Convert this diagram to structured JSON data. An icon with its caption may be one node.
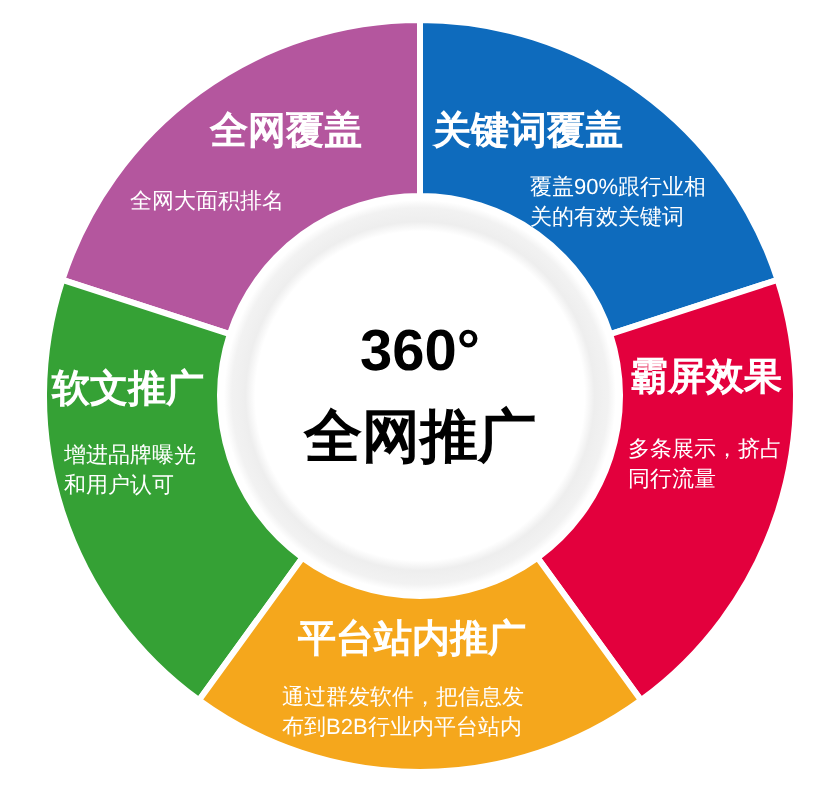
{
  "diagram": {
    "nodes": [
      {
        "text": [
          "全网覆盖",
          "全网大面积排名"
        ]
      },
      {
        "text": [
          "关键词覆盖",
          "覆盖90%跟行业相关的有效关键词"
        ]
      },
      {
        "text": [
          "360°",
          "全网推广"
        ]
      },
      {
        "text": [
          "软文推广",
          "增进品牌曝光和用户认可"
        ]
      },
      {
        "text": [
          "霸屏效果",
          "多条展示，挤占同行流量"
        ]
      },
      {
        "text": [
          "平台站内推广",
          "通过群发软件，把信息发布到B2B行业内平台站内"
        ]
      }
    ]
  }
}
